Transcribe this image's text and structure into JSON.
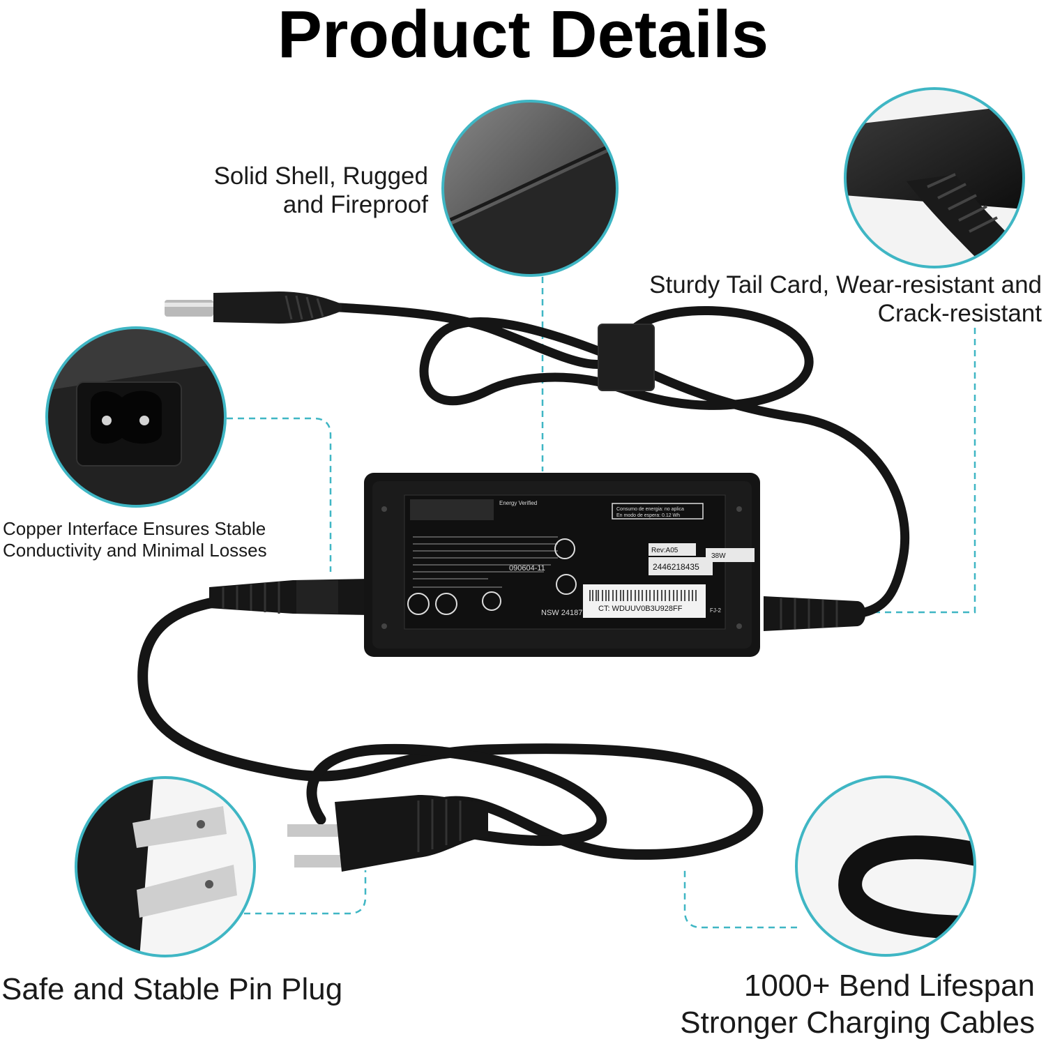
{
  "header": {
    "title": "Product Details"
  },
  "features": {
    "shell": {
      "line1": "Solid Shell, Rugged",
      "line2": "and Fireproof"
    },
    "tail": {
      "line1": "Sturdy Tail Card, Wear-resistant and",
      "line2": "Crack-resistant"
    },
    "copper": {
      "line1": "Copper Interface Ensures Stable",
      "line2": "Conductivity and Minimal Losses"
    },
    "pin": {
      "line1": "Safe and Stable Pin Plug"
    },
    "bend": {
      "line1": "1000+ Bend Lifespan",
      "line2": "Stronger Charging Cables"
    }
  },
  "adapter_label": {
    "energy_verified": "Energy Verified",
    "consumo": "Consumo de energia: no aplica",
    "espera": "En modo de espera:  0.12 Wh",
    "rev": "Rev:A05",
    "watt": "38W",
    "serial": "2446218435",
    "safety_code": "090604-11",
    "nsw": "NSW 24187",
    "ct": "CT: WDUUV0B3U928FF",
    "fj": "FJ-2"
  },
  "colors": {
    "accent": "#3fb6c4",
    "device": "#141414",
    "text": "#1a1a1a"
  }
}
